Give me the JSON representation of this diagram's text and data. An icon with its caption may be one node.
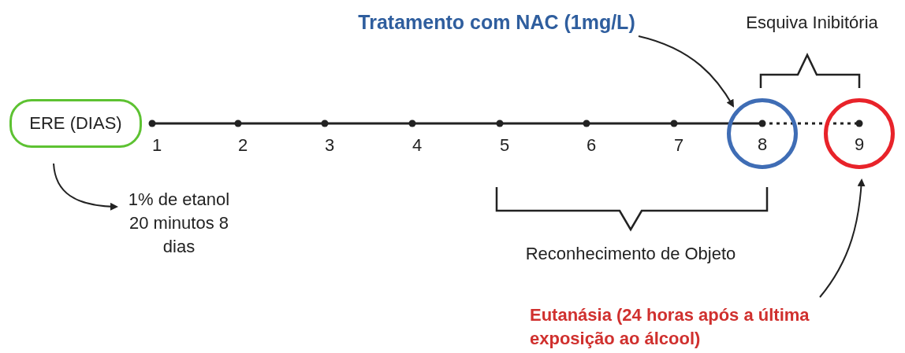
{
  "diagram": {
    "nodes": [
      {
        "text": [
          "ERE (DIAS)"
        ]
      },
      {
        "text": [
          "1% de etanol 20 minutos 8 dias"
        ]
      },
      {
        "text": [
          "Tratamento com NAC (1mg/L)"
        ]
      },
      {
        "text": [
          "8"
        ]
      },
      {
        "text": [
          "9"
        ]
      },
      {
        "text": [
          "Eutanásia (24 horas após a última exposição ao álcool)"
        ]
      }
    ],
    "edges": [
      {
        "from": 0,
        "to": 1,
        "arrow": "to"
      },
      {
        "from": 2,
        "to": 3,
        "arrow": "to"
      },
      {
        "from": 5,
        "to": 4,
        "arrow": "to"
      }
    ],
    "labels": [
      "Esquiva Inibitória",
      "1",
      "2",
      "3",
      "4",
      "5",
      "6",
      "7",
      "Reconhecimento de Objeto"
    ]
  }
}
